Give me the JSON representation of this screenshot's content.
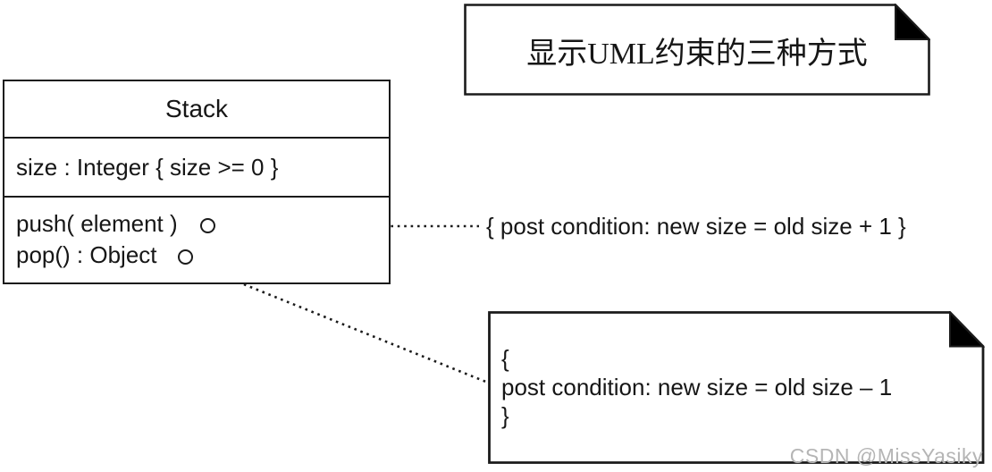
{
  "header_note": {
    "text": "显示UML约束的三种方式"
  },
  "stack_class": {
    "title": "Stack",
    "attribute": "size : Integer { size >= 0 }",
    "operations": [
      "push( element )",
      "pop() : Object"
    ]
  },
  "annotations": {
    "push_constraint": "{ post condition: new size = old size + 1 }",
    "pop_note": {
      "line1": "{",
      "line2": "post condition: new size = old size – 1",
      "line3": "}"
    }
  },
  "watermark": "CSDN @MissYasiky",
  "colors": {
    "ink": "#1b1b1b",
    "fold_fill": "#000000",
    "note_background": "#ffffff",
    "watermark_gray": "#b5b5b5",
    "background": "#ffffff"
  }
}
